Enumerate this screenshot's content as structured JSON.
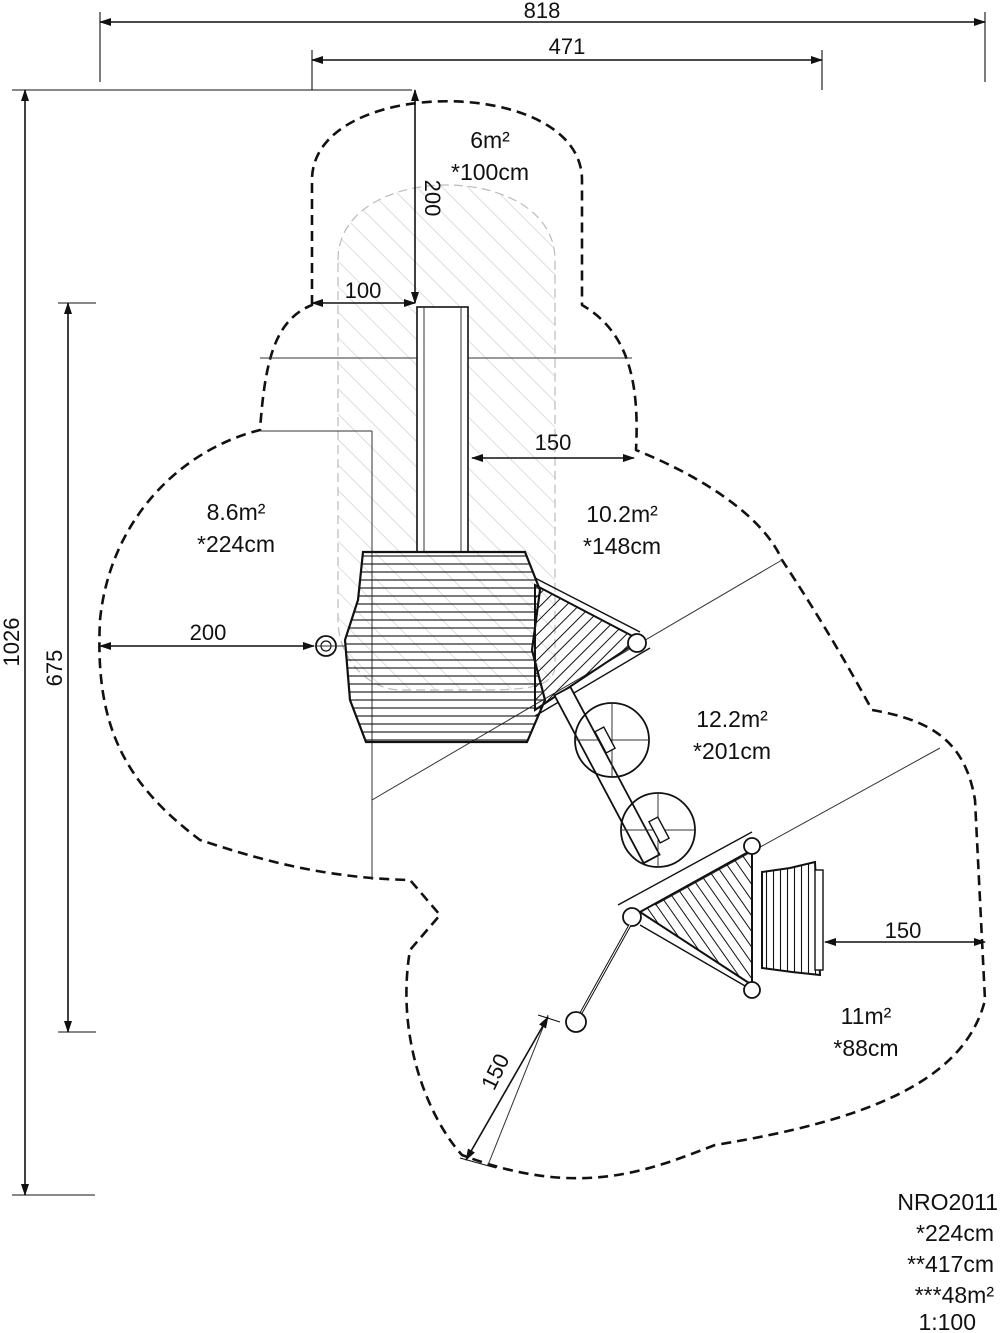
{
  "diagram": {
    "dimensions": {
      "overall_width": "818",
      "inner_width": "471",
      "overall_height": "1026",
      "inner_height": "675",
      "slide_zone_length": "200",
      "slide_zone_side": "100",
      "right_clearance_top": "150",
      "left_clearance": "200",
      "right_clearance_bottom": "150",
      "diagonal_clearance": "150"
    },
    "zones": [
      {
        "area": "6m²",
        "height": "*100cm"
      },
      {
        "area": "8.6m²",
        "height": "*224cm"
      },
      {
        "area": "10.2m²",
        "height": "*148cm"
      },
      {
        "area": "12.2m²",
        "height": "*201cm"
      },
      {
        "area": "11m²",
        "height": "*88cm"
      }
    ],
    "info": {
      "code": "NRO2011",
      "fall_height": "*224cm",
      "length": "**417cm",
      "area": "***48m²",
      "scale": "1:100"
    }
  }
}
